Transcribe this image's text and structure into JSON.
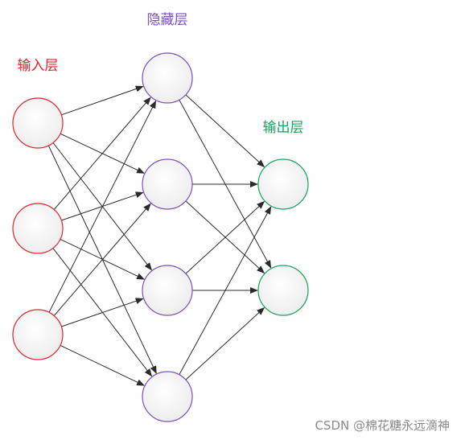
{
  "layers": {
    "input": {
      "label": "输入层",
      "color": "#e0262b",
      "count": 3
    },
    "hidden": {
      "label": "隐藏层",
      "color": "#7b4fc4",
      "count": 4
    },
    "output": {
      "label": "输出层",
      "color": "#18a55a",
      "count": 2
    }
  },
  "connections": "fully-connected",
  "style": {
    "node_fill": "#f4f4f4",
    "edge_color": "#2b2b2b"
  },
  "watermark": "CSDN @棉花糖永远滴神"
}
